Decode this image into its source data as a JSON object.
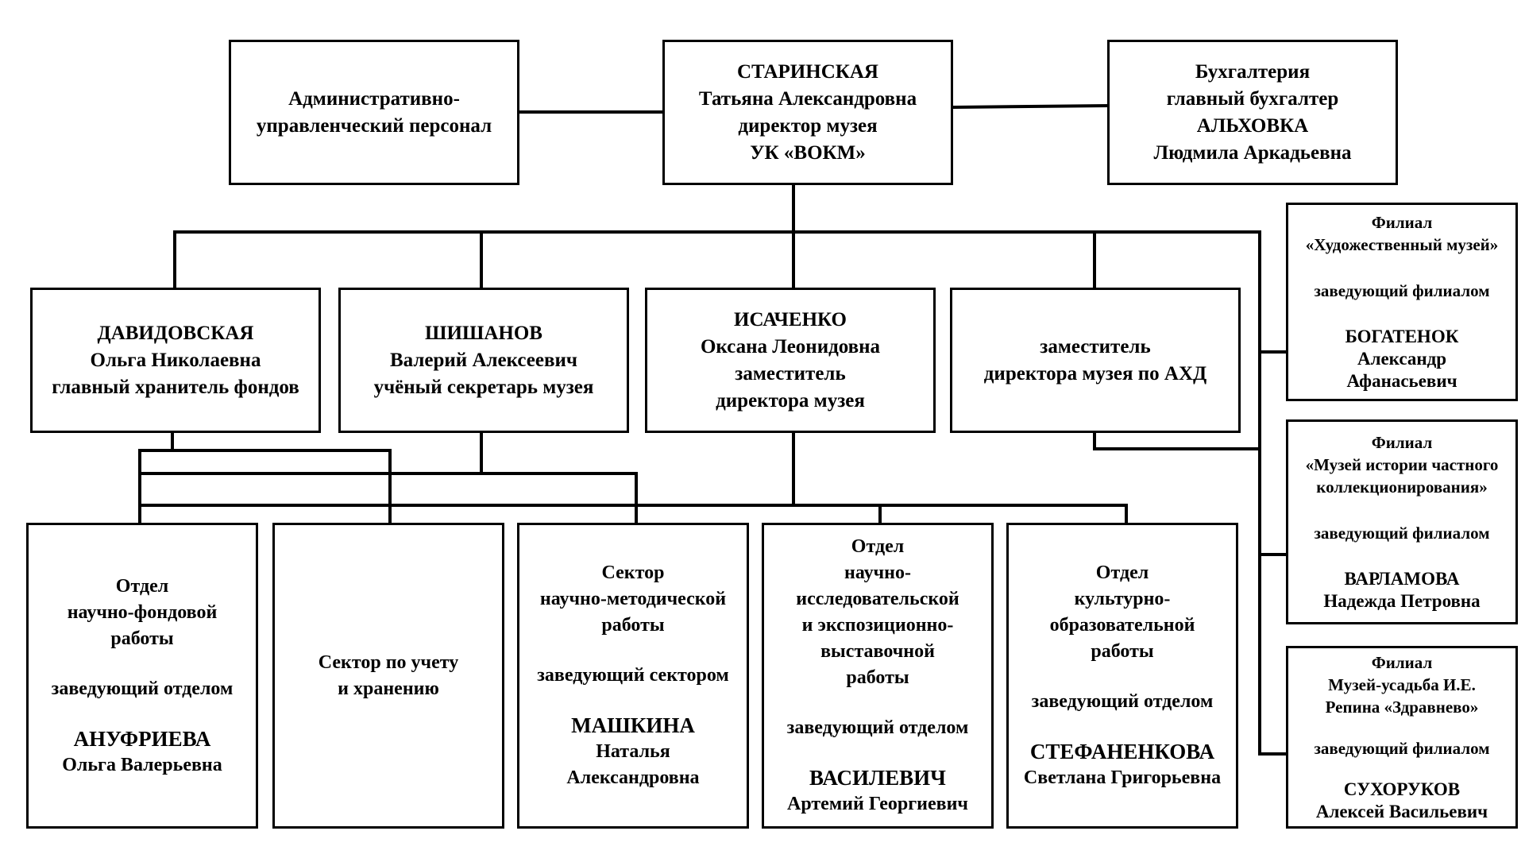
{
  "top": {
    "admin": {
      "lines": [
        "Административно-",
        "управленческий персонал"
      ]
    },
    "director": {
      "lines": [
        "СТАРИНСКАЯ",
        "Татьяна Александровна",
        "директор музея",
        "УК «ВОКМ»"
      ]
    },
    "accounting": {
      "lines": [
        "Бухгалтерия",
        "главный бухгалтер",
        "АЛЬХОВКА",
        "Людмила Аркадьевна"
      ]
    }
  },
  "deputies": {
    "davidovskaya": {
      "lines": [
        "ДАВИДОВСКАЯ",
        "Ольга Николаевна",
        "главный хранитель фондов"
      ]
    },
    "shishanov": {
      "lines": [
        "ШИШАНОВ",
        "Валерий Алексеевич",
        "учёный секретарь музея"
      ]
    },
    "isachenko": {
      "lines": [
        "ИСАЧЕНКО",
        "Оксана Леонидовна",
        "заместитель",
        "директора музея"
      ]
    },
    "ahd": {
      "lines": [
        "заместитель",
        "директора музея по АХД"
      ]
    }
  },
  "branches": {
    "art": {
      "title": [
        "Филиал",
        "«Художественный музей»"
      ],
      "role": "заведующий филиалом",
      "name": [
        "БОГАТЕНОК",
        "Александр",
        "Афанасьевич"
      ]
    },
    "private": {
      "title": [
        "Филиал",
        "«Музей истории частного",
        "коллекционирования»"
      ],
      "role": "заведующий филиалом",
      "name": [
        "ВАРЛАМОВА",
        "Надежда Петровна"
      ]
    },
    "repin": {
      "title": [
        "Филиал",
        "Музей-усадьба И.Е.",
        "Репина «Здравнево»"
      ],
      "role": "заведующий филиалом",
      "name": [
        "СУХОРУКОВ",
        "Алексей Васильевич"
      ]
    }
  },
  "departments": {
    "fund": {
      "title": [
        "Отдел",
        "научно-фондовой",
        "работы"
      ],
      "role": "заведующий отделом",
      "name": [
        "АНУФРИЕВА",
        "Ольга Валерьевна"
      ]
    },
    "accounting_storage": {
      "title": [
        "Сектор по учету",
        "и хранению"
      ]
    },
    "methodical": {
      "title": [
        "Сектор",
        "научно-методической",
        "работы"
      ],
      "role": "заведующий сектором",
      "name": [
        "МАШКИНА",
        "Наталья",
        "Александровна"
      ]
    },
    "research": {
      "title": [
        "Отдел",
        "научно-",
        "исследовательской",
        "и экспозиционно-",
        "выставочной",
        "работы"
      ],
      "role": "заведующий отделом",
      "name": [
        "ВАСИЛЕВИЧ",
        "Артемий Георгиевич"
      ]
    },
    "cultural": {
      "title": [
        "Отдел",
        "культурно-",
        "образовательной",
        "работы"
      ],
      "role": "заведующий отделом",
      "name": [
        "СТЕФАНЕНКОВА",
        "Светлана Григорьевна"
      ]
    }
  }
}
